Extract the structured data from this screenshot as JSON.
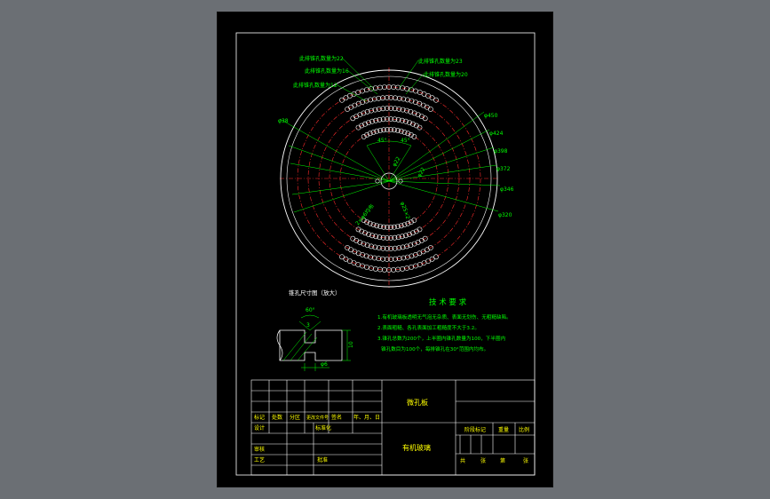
{
  "colors": {
    "background": "#6b6f74",
    "sheet": "#000000",
    "frame": "#ffffff",
    "center_lines": "#ff2a2a",
    "holes": "#ffffff",
    "dimensions": "#00ff00",
    "text": "#00ff00",
    "table_text": "#ffff00"
  },
  "callouts": {
    "top_left": [
      "此排锥孔数量为22",
      "此排锥孔数量为16",
      "此排锥孔数量为12"
    ],
    "top_right": [
      "此排锥孔数量为23",
      "此排锥孔数量为20"
    ],
    "left": "φ38",
    "right": [
      "φ450",
      "φ424",
      "φ398",
      "φ372",
      "φ346",
      "φ320"
    ],
    "angle_left": "45°",
    "angle_right": "45°",
    "center_top": "φ22",
    "center_right": "φ22",
    "center_bottom_left": "2×φ6均布",
    "center_bottom_right": "φ25×2"
  },
  "detail": {
    "title": "锥孔尺寸图（放大）",
    "angle": "60°",
    "dim_a": "10",
    "dim_b": "3",
    "dim_c": "φ6"
  },
  "tech": {
    "title": "技 术 要 求",
    "lines": [
      "1.有机玻璃板透明无气泡无杂质、表面无划伤、无粗糙缺陷。",
      "2.表面粗糙、各孔表面加工粗糙度不大于3.2。",
      "3.锥孔总数为200个，上半圈内锥孔数量为100，下半圈内",
      "锥孔数目为100个，每排锥孔在30°范围内均布。"
    ]
  },
  "title_block": {
    "part_name": "微孔板",
    "material": "有机玻璃",
    "row_headers": [
      "标记",
      "处数",
      "分区",
      "更改文件号",
      "签名",
      "年、月、日"
    ],
    "designer": "设计",
    "standardize": "标准化",
    "review": "审核",
    "process": "工艺",
    "approve": "批准",
    "stage_mark": "阶段标记",
    "weight": "重量",
    "scale": "比例",
    "sheets_total": "共",
    "sheets_label": "张",
    "sheet_no": "第",
    "sheet_label": "张"
  }
}
